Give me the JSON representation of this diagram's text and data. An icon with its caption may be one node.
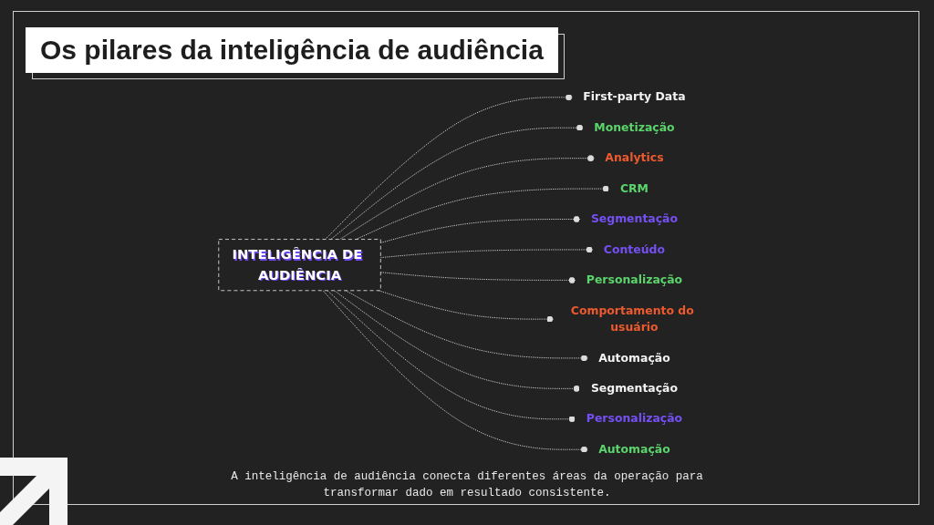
{
  "diagram": {
    "title": "Os pilares da inteligência de audiência",
    "caption": "A inteligência de audiência conecta diferentes áreas da operação para transformar dado em resultado consistente.",
    "nodes": [
      {
        "text": [
          "First-party Data"
        ]
      },
      {
        "text": [
          "Monetização"
        ]
      },
      {
        "text": [
          "Analytics"
        ]
      },
      {
        "text": [
          "CRM"
        ]
      },
      {
        "text": [
          "Segmentação"
        ]
      },
      {
        "text": [
          "INTELIGÊNCIA DE AUDIÊNCIA"
        ]
      },
      {
        "text": [
          "Conteúdo"
        ]
      },
      {
        "text": [
          "Personalização"
        ]
      },
      {
        "text": [
          "Comportamento do usuário"
        ]
      },
      {
        "text": [
          "Automação"
        ]
      },
      {
        "text": [
          "Segmentação"
        ]
      },
      {
        "text": [
          "Personalização"
        ]
      },
      {
        "text": [
          "Automação"
        ]
      }
    ],
    "edges": [
      {
        "from": 5,
        "to": 0,
        "arrow": "other",
        "style": "dashed"
      },
      {
        "from": 5,
        "to": 1,
        "arrow": "other",
        "style": "dashed"
      },
      {
        "from": 5,
        "to": 2,
        "arrow": "other",
        "style": "dashed"
      },
      {
        "from": 5,
        "to": 3,
        "arrow": "other",
        "style": "dashed"
      },
      {
        "from": 5,
        "to": 4,
        "arrow": "other",
        "style": "dashed"
      },
      {
        "from": 5,
        "to": 6,
        "arrow": "other",
        "style": "dashed"
      },
      {
        "from": 5,
        "to": 7,
        "arrow": "other",
        "style": "dashed"
      },
      {
        "from": 5,
        "to": 8,
        "arrow": "other",
        "style": "dashed"
      },
      {
        "from": 5,
        "to": 9,
        "arrow": "other",
        "style": "dashed"
      },
      {
        "from": 5,
        "to": 10,
        "arrow": "other",
        "style": "dashed"
      },
      {
        "from": 5,
        "to": 11,
        "arrow": "other",
        "style": "dashed"
      },
      {
        "from": 5,
        "to": 12,
        "arrow": "other",
        "style": "dashed"
      }
    ]
  }
}
